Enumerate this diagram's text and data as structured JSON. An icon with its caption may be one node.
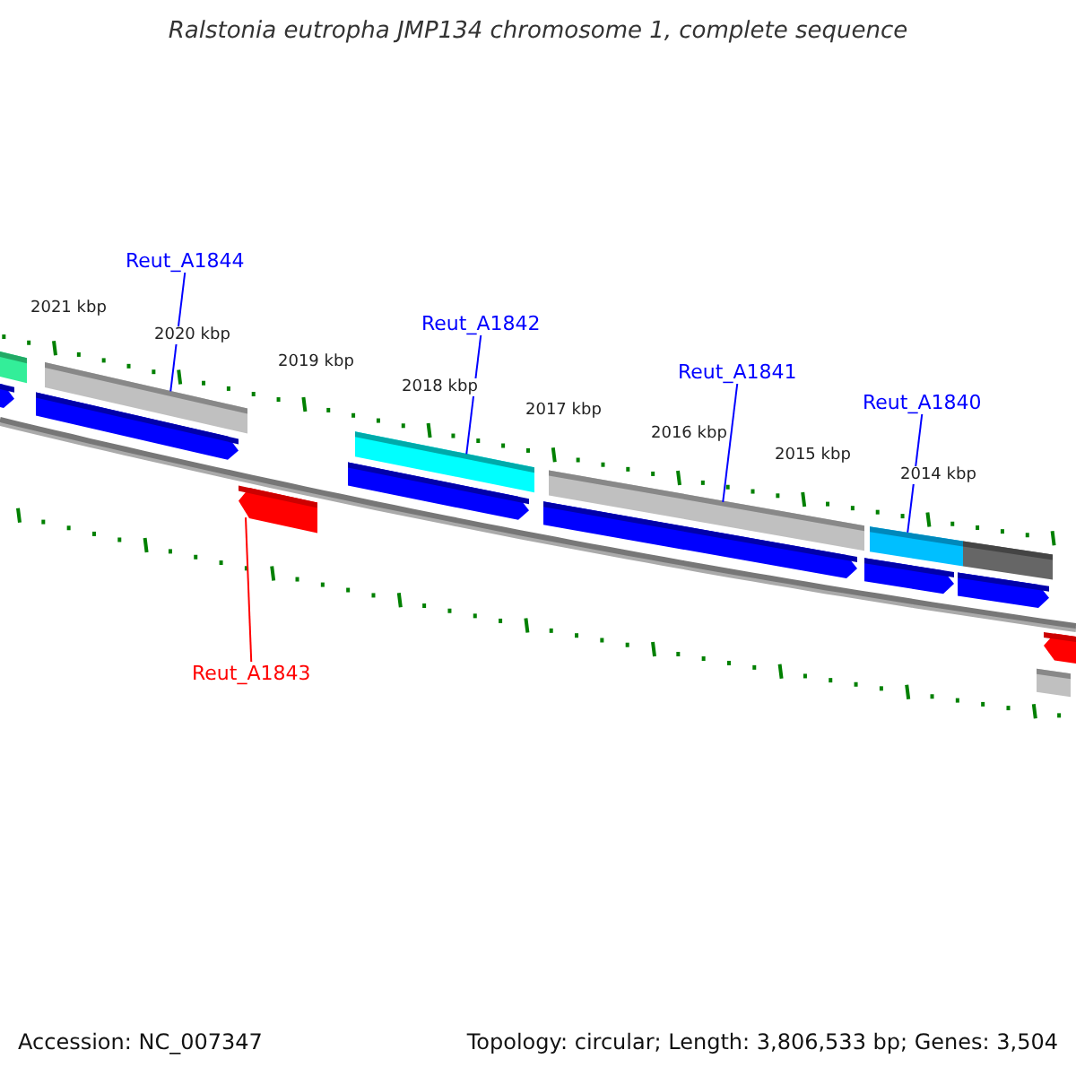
{
  "diagram": {
    "title": "Ralstonia eutropha JMP134 chromosome 1, complete sequence",
    "nodes": [
      {
        "text": [
          "Reut_A1844"
        ]
      },
      {
        "text": [
          "Reut_A1842"
        ]
      },
      {
        "text": [
          "Reut_A1841"
        ]
      },
      {
        "text": [
          "Reut_A1840"
        ]
      },
      {
        "text": [
          "Reut_A1843"
        ]
      },
      {
        "text": [],
        "shape": "bar"
      },
      {
        "text": [],
        "shape": "bar"
      },
      {
        "text": [],
        "shape": "bar"
      },
      {
        "text": [],
        "shape": "bar"
      },
      {
        "text": [],
        "shape": "arrow"
      }
    ],
    "edges": [
      {
        "from": 0,
        "to": 5,
        "arrow": "none"
      },
      {
        "from": 1,
        "to": 6,
        "arrow": "none"
      },
      {
        "from": 2,
        "to": 7,
        "arrow": "none"
      },
      {
        "from": 3,
        "to": 8,
        "arrow": "none"
      },
      {
        "from": 4,
        "to": 9,
        "arrow": "none",
        "color": "#ff0000"
      }
    ],
    "labels": [
      "2021 kbp",
      "2020 kbp",
      "2019 kbp",
      "2018 kbp",
      "2017 kbp",
      "2016 kbp",
      "2015 kbp",
      "2014 kbp",
      "Accession: NC_007347",
      "Topology: circular; Length: 3,806,533 bp; Genes: 3,504"
    ]
  }
}
